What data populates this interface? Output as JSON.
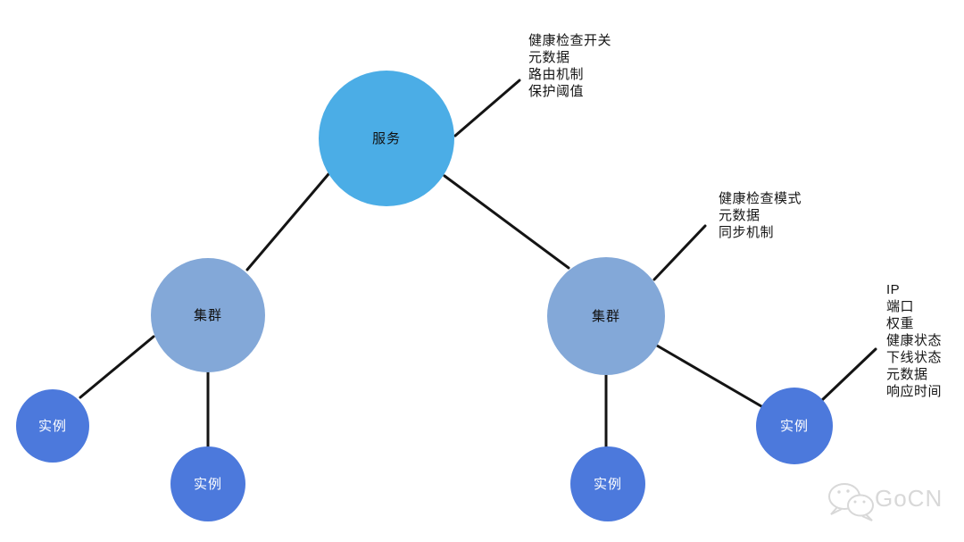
{
  "background": "#ffffff",
  "edge_color": "#141414",
  "nodes": {
    "service": {
      "label": "服务",
      "color": "#4BADE6",
      "text_color": "#111111"
    },
    "cluster_left": {
      "label": "集群",
      "color": "#83A8D8",
      "text_color": "#111111"
    },
    "cluster_right": {
      "label": "集群",
      "color": "#83A8D8",
      "text_color": "#111111"
    },
    "instance_1": {
      "label": "实例",
      "color": "#4C79DC",
      "text_color": "#ffffff"
    },
    "instance_2": {
      "label": "实例",
      "color": "#4C79DC",
      "text_color": "#ffffff"
    },
    "instance_3": {
      "label": "实例",
      "color": "#4C79DC",
      "text_color": "#ffffff"
    },
    "instance_4": {
      "label": "实例",
      "color": "#4C79DC",
      "text_color": "#ffffff"
    }
  },
  "annotations": {
    "service": {
      "lines": [
        "健康检查开关",
        "元数据",
        "路由机制",
        "保护阈值"
      ]
    },
    "cluster": {
      "lines": [
        "健康检查模式",
        "元数据",
        "同步机制"
      ]
    },
    "instance": {
      "lines": [
        "IP",
        "端口",
        "权重",
        "健康状态",
        "下线状态",
        "元数据",
        "响应时间"
      ]
    }
  },
  "watermark": {
    "text": "GoCN",
    "color": "#d8d8d8"
  }
}
